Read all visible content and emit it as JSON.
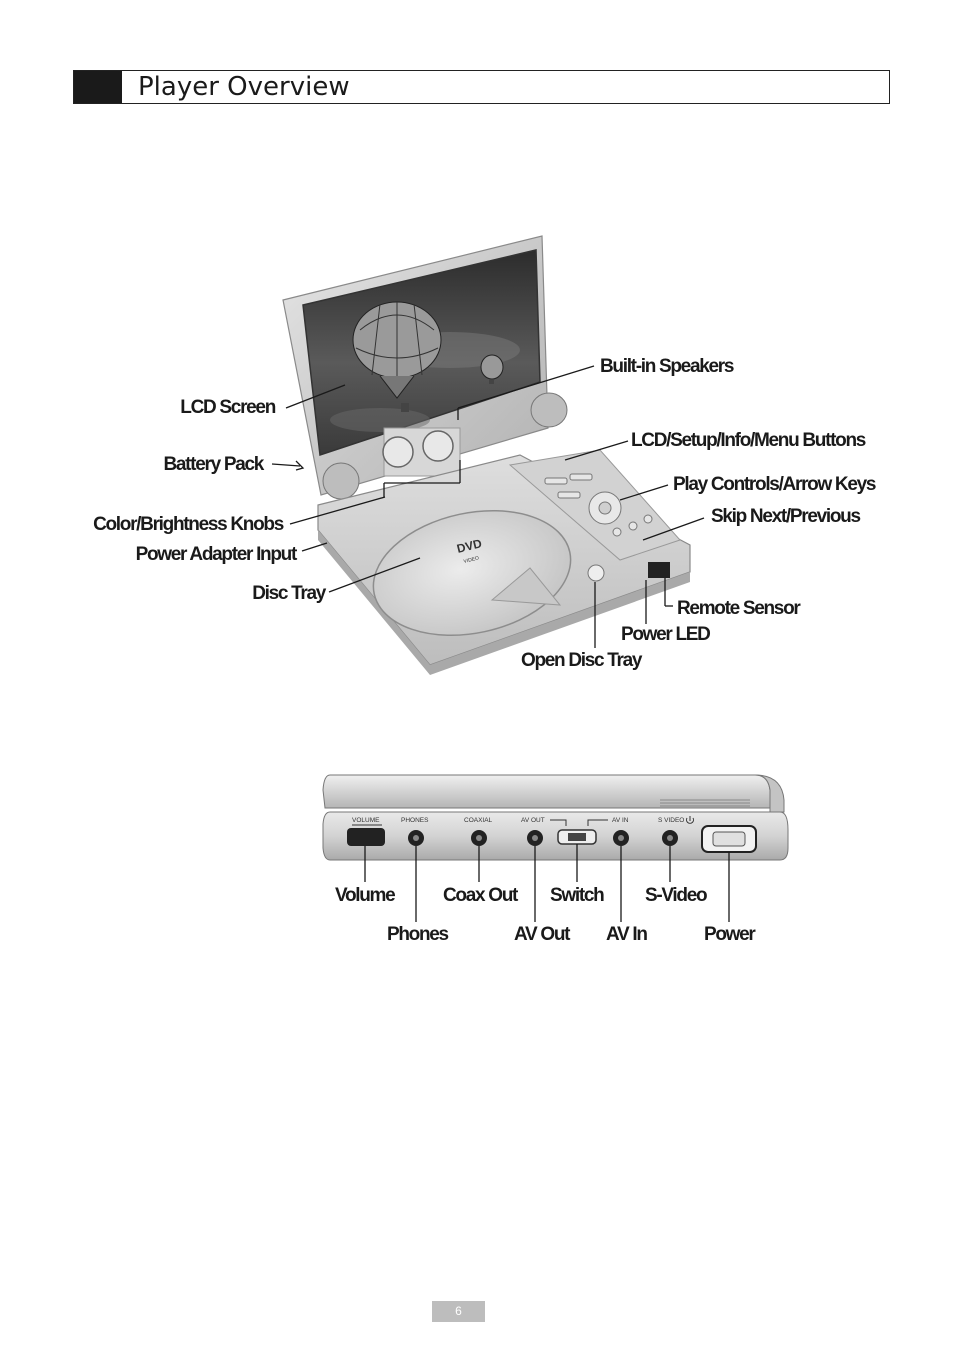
{
  "header": {
    "title": "Player Overview"
  },
  "top_labels": {
    "lcd_screen": "LCD Screen",
    "battery_pack": "Battery Pack",
    "color_knobs": "Color/Brightness Knobs",
    "power_adapter": "Power Adapter Input",
    "disc_tray": "Disc Tray",
    "speakers": "Built-in Speakers",
    "menu_buttons": "LCD/Setup/Info/Menu Buttons",
    "play_controls": "Play Controls/Arrow Keys",
    "skip": "Skip Next/Previous",
    "remote_sensor": "Remote Sensor",
    "power_led": "Power LED",
    "open_tray": "Open Disc Tray"
  },
  "device_print": {
    "dvd_logo": "DVD",
    "dvd_sub": "VIDEO"
  },
  "side_panel": {
    "volume": "VOLUME",
    "phones": "PHONES",
    "coaxial": "COAXIAL",
    "av_out": "AV OUT",
    "av_in": "AV IN",
    "s_video": "S VIDEO"
  },
  "bottom_labels": {
    "volume": "Volume",
    "phones": "Phones",
    "coax_out": "Coax Out",
    "av_out": "AV Out",
    "switch": "Switch",
    "av_in": "AV In",
    "s_video": "S-Video",
    "power": "Power"
  },
  "page_number": "6"
}
